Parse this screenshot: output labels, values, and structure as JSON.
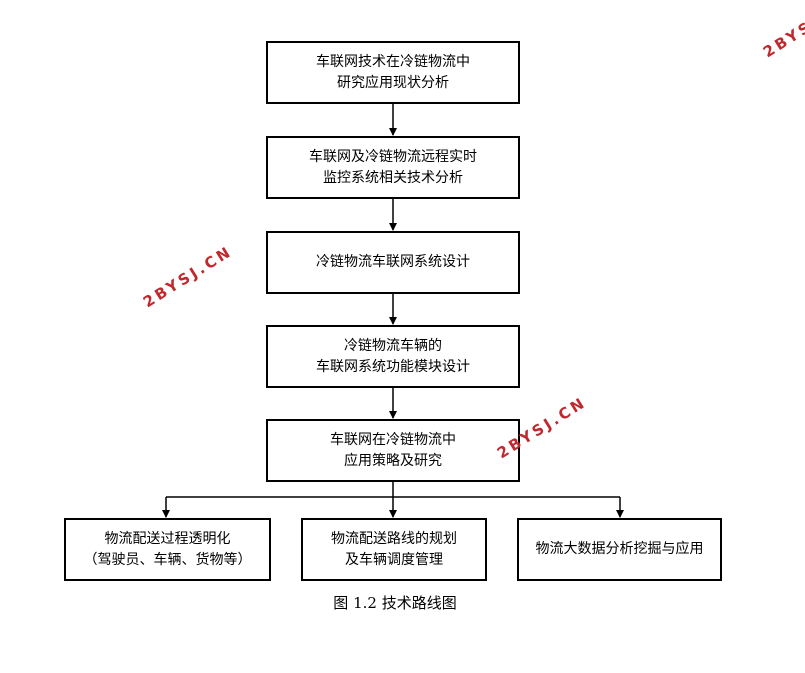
{
  "flowchart": {
    "steps": [
      {
        "lines": [
          "车联网技术在冷链物流中",
          "研究应用现状分析"
        ]
      },
      {
        "lines": [
          "车联网及冷链物流远程实时",
          "监控系统相关技术分析"
        ]
      },
      {
        "lines": [
          "冷链物流车联网系统设计"
        ]
      },
      {
        "lines": [
          "冷链物流车辆的",
          "车联网系统功能模块设计"
        ]
      },
      {
        "lines": [
          "车联网在冷链物流中",
          "应用策略及研究"
        ]
      }
    ],
    "branches": [
      {
        "lines": [
          "物流配送过程透明化",
          "（驾驶员、车辆、货物等）"
        ]
      },
      {
        "lines": [
          "物流配送路线的规划",
          "及车辆调度管理"
        ]
      },
      {
        "lines": [
          "物流大数据分析挖掘与应用"
        ]
      }
    ]
  },
  "caption": "图 1.2 技术路线图",
  "watermark": "2BYSJ.CN",
  "colors": {
    "line": "#000000",
    "watermark": "#c0282d"
  }
}
